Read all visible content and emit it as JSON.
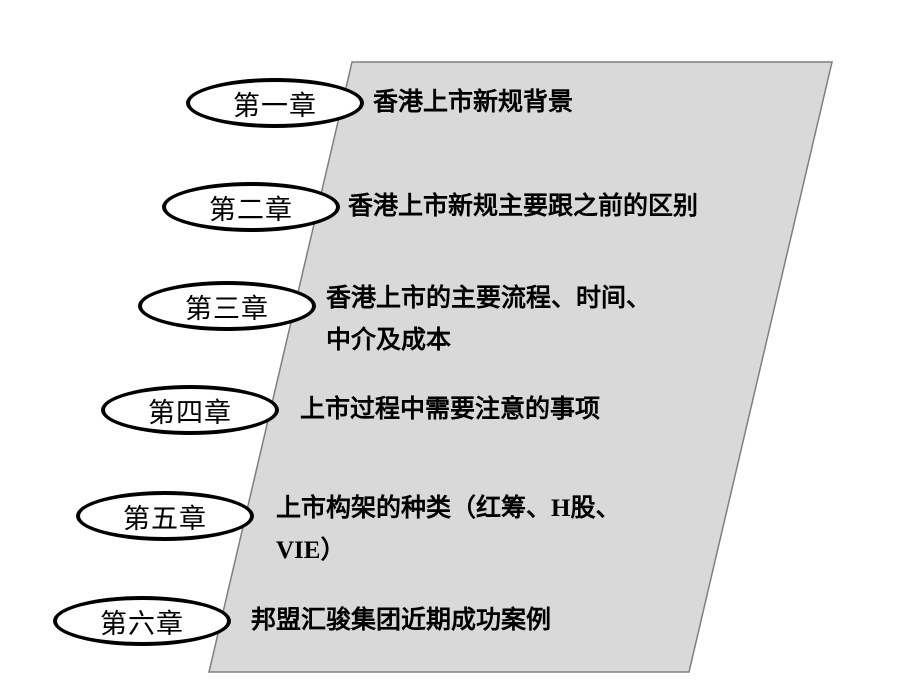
{
  "slide": {
    "background_color": "#ffffff",
    "panel": {
      "fill_color": "#d9d9d9",
      "stroke_color": "#7f7f7f"
    },
    "ellipse_border_color": "#000000",
    "chapters": [
      {
        "label": "第一章",
        "title": "香港上市新规背景"
      },
      {
        "label": "第二章",
        "title": "香港上市新规主要跟之前的区别"
      },
      {
        "label": "第三章",
        "title": "香港上市的主要流程、时间、\n中介及成本"
      },
      {
        "label": "第四章",
        "title": "上市过程中需要注意的事项"
      },
      {
        "label": "第五章",
        "title": "上市构架的种类（红筹、H股、\nVIE）"
      },
      {
        "label": "第六章",
        "title": "邦盟汇骏集团近期成功案例"
      }
    ]
  }
}
